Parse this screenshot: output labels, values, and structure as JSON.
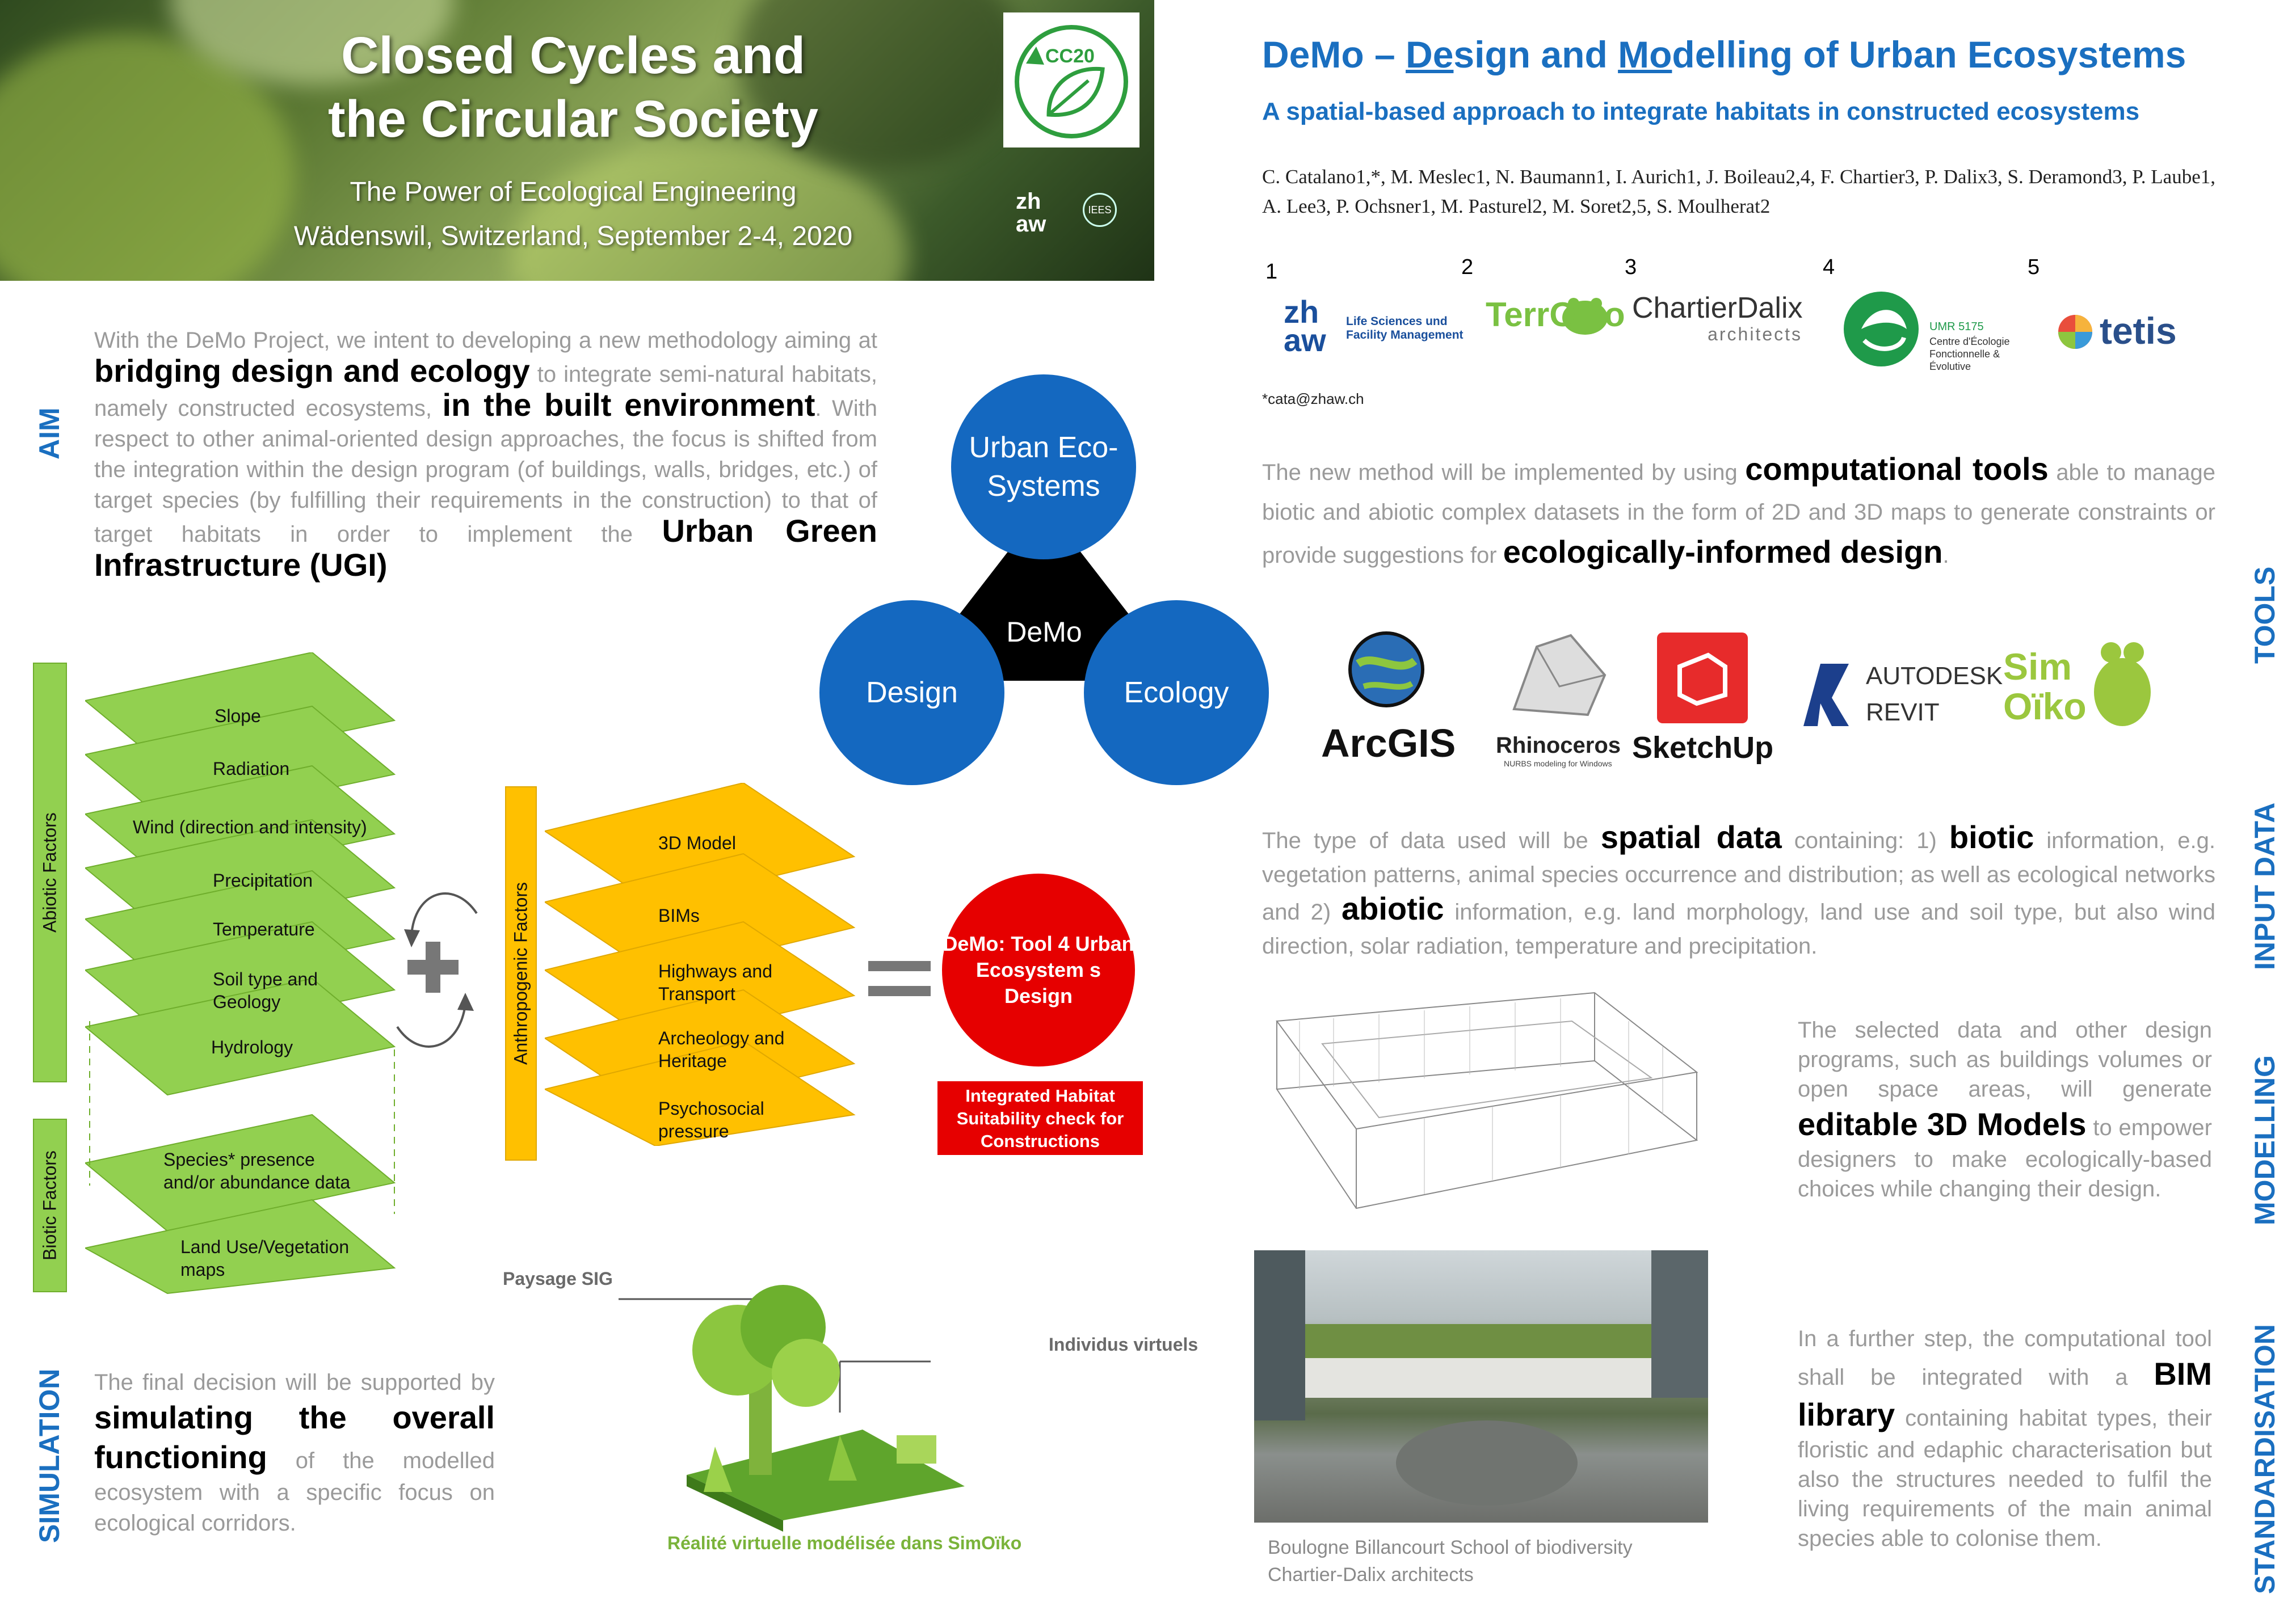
{
  "banner": {
    "title_line1": "Closed Cycles and",
    "title_line2": "the Circular Society",
    "subtitle_line1": "The Power of Ecological Engineering",
    "subtitle_line2": "Wädenswil, Switzerland, September 2-4, 2020",
    "badge": "CC20",
    "zhaw": "zh aw",
    "iees": "IEES"
  },
  "header": {
    "title_prefix": "DeMo – ",
    "title_u1": "De",
    "title_r1": "sign and ",
    "title_u2": "Mo",
    "title_r2": "delling of Urban Ecosystems",
    "subtitle": "A spatial-based approach to integrate habitats in constructed ecosystems",
    "authors": "C. Catalano1,*, M. Meslec1, N. Baumann1, I. Aurich1, J. Boileau2,4, F. Chartier3, P. Dalix3, S. Deramond3, P. Laube1, A. Lee3, P. Ochsner1, M. Pasturel2, M. Soret2,5, S. Moulherat2",
    "email": "*cata@zhaw.ch"
  },
  "affiliations": [
    {
      "num": "1",
      "name": "zh aw",
      "caption": "Life Sciences und Facility Management"
    },
    {
      "num": "2",
      "name": "TerrOïko"
    },
    {
      "num": "3",
      "name": "ChartierDalix",
      "caption": "architects"
    },
    {
      "num": "4",
      "name": "UMR 5175",
      "caption": "Centre d'Écologie Fonctionnelle & Évolutive"
    },
    {
      "num": "5",
      "name": "tetis"
    }
  ],
  "side_labels": {
    "aim": "AIM",
    "tools": "TOOLS",
    "input_data": "INPUT DATA",
    "modelling": "MODELLING",
    "standardisation": "STANDARDISATION",
    "simulation": "SIMULATION"
  },
  "aim": {
    "t1": "With the DeMo Project, we intent to developing a new methodology aiming at ",
    "b1": "bridging design and ecology",
    "t2": " to integrate semi-natural habitats, namely constructed ecosystems, ",
    "b2": "in the built environment",
    "t3": ". With respect to other animal-oriented design approaches, the focus is shifted from the integration within the design program (of buildings, walls, bridges, etc.) of target species (by fulfilling their requirements in the construction) to that of target habitats in order to implement the ",
    "b3": "Urban Green Infrastructure (UGI)"
  },
  "venn": {
    "top": "Urban Eco-Systems",
    "left": "Design",
    "right": "Ecology",
    "center": "DeMo"
  },
  "tools": {
    "t1": "The new method will be implemented by using ",
    "b1": "computational tools",
    "t2": " able to manage biotic and abiotic complex datasets in the form of 2D and 3D maps to generate constraints or provide suggestions for ",
    "b2": "ecologically-informed design",
    "t3": ".",
    "logos": [
      "ArcGIS",
      "Rhinoceros",
      "SketchUp",
      "AUTODESK REVIT",
      "Sim Oïko"
    ],
    "rhino_caption": "NURBS modeling for Windows"
  },
  "input": {
    "t1": "The type of data used will be ",
    "b1": "spatial data",
    "t2": " containing: 1) ",
    "b2": "biotic",
    "t3": " information, e.g. vegetation patterns, animal species occurrence and distribution; as well as ecological networks and 2) ",
    "b3": "abiotic",
    "t4": " information, e.g. land morphology, land use and soil type, but also wind direction, solar radiation, temperature and precipitation."
  },
  "modelling": {
    "t1": "The selected data and other design programs, such as buildings volumes or open space areas, will generate ",
    "b1": "editable 3D Models",
    "t2": " to empower designers to make ecologically-based choices while changing their design."
  },
  "standard": {
    "t1": "In a further step, the computational tool shall be integrated with a ",
    "b1": "BIM library",
    "t2": " containing habitat types, their floristic and edaphic characterisation but also the structures needed to fulfil the living requirements of the main animal species able to colonise them."
  },
  "photo_caption_1": "Boulogne Billancourt School of biodiversity",
  "photo_caption_2": "Chartier-Dalix architects",
  "simulation": {
    "t1": "The final decision will be supported by ",
    "b1": "simulating the overall functioning",
    "t2": " of the modelled ecosystem with a specific focus on ecological corridors."
  },
  "simoiko": {
    "label_sig": "Paysage SIG",
    "label_ind": "Individus virtuels",
    "caption": "Réalité virtuelle  modélisée dans  SimOïko"
  },
  "diagram": {
    "abiotic_label": "Abiotic Factors",
    "biotic_label": "Biotic  Factors",
    "anthro_label": "Anthropogenic Factors",
    "abiotic_layers": [
      "Slope",
      "Radiation",
      "Wind (direction and intensity)",
      "Precipitation",
      "Temperature",
      "Soil type and Geology",
      "Hydrology"
    ],
    "biotic_layers": [
      "Species* presence and/or abundance data",
      "Land Use/Vegetation maps"
    ],
    "anthro_layers": [
      "3D Model",
      "BIMs",
      "Highways and Transport",
      "Archeology and Heritage",
      "Psychosocial pressure"
    ],
    "result": "DeMo: Tool 4 Urban Ecosystem s Design",
    "result_box": "Integrated Habitat Suitability check for Constructions",
    "colors": {
      "green": "#92d050",
      "yellow": "#ffc000",
      "red": "#e60000",
      "blue": "#1468c0"
    }
  }
}
